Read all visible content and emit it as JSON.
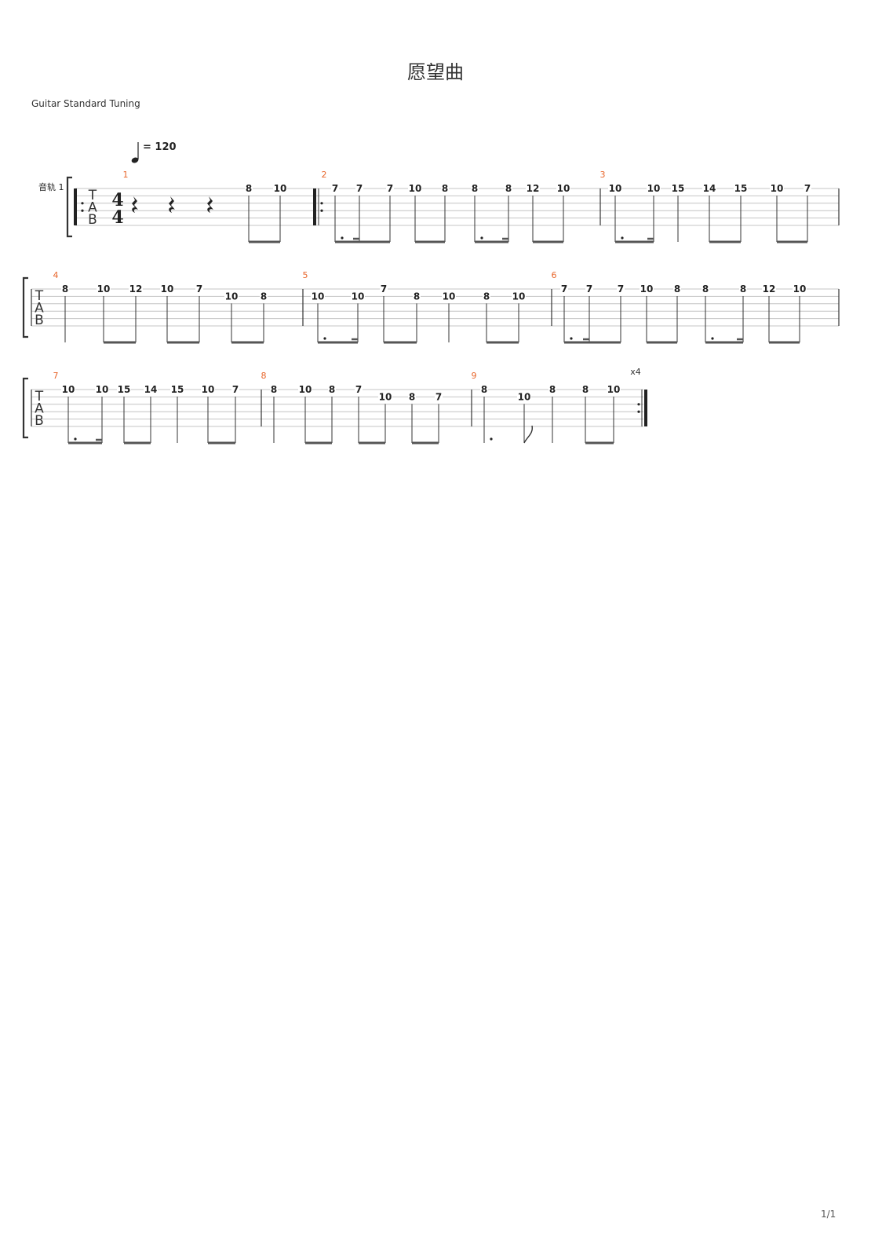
{
  "title": "愿望曲",
  "tuning": "Guitar Standard Tuning",
  "tempo": "= 120",
  "track_name": "音轨 1",
  "page_indicator": "1/1",
  "tab_clef": [
    "T",
    "A",
    "B"
  ],
  "time_signature": {
    "numerator": "4",
    "denominator": "4"
  },
  "repeat_count": "x4",
  "colors": {
    "measure_number": "#e8652a",
    "staff_line": "#c4c4c4",
    "ink": "#222222"
  },
  "systems": [
    {
      "measures": [
        {
          "number": "1",
          "notes": [
            "8",
            "10"
          ]
        },
        {
          "number": "2",
          "notes": [
            "7",
            "7",
            "7",
            "10",
            "8",
            "8",
            "8",
            "12",
            "10"
          ]
        },
        {
          "number": "3",
          "notes": [
            "10",
            "10",
            "15",
            "14",
            "15",
            "10",
            "7"
          ]
        }
      ]
    },
    {
      "measures": [
        {
          "number": "4",
          "notes": [
            "8",
            "10",
            "12",
            "10",
            "7",
            "10",
            "8"
          ]
        },
        {
          "number": "5",
          "notes": [
            "10",
            "10",
            "7",
            "8",
            "10",
            "8",
            "10"
          ]
        },
        {
          "number": "6",
          "notes": [
            "7",
            "7",
            "7",
            "10",
            "8",
            "8",
            "8",
            "12",
            "10"
          ]
        }
      ]
    },
    {
      "measures": [
        {
          "number": "7",
          "notes": [
            "10",
            "10",
            "15",
            "14",
            "15",
            "10",
            "7"
          ]
        },
        {
          "number": "8",
          "notes": [
            "8",
            "10",
            "8",
            "7",
            "10",
            "8",
            "7"
          ]
        },
        {
          "number": "9",
          "notes": [
            "8",
            "10",
            "8",
            "8",
            "10"
          ]
        }
      ]
    }
  ]
}
